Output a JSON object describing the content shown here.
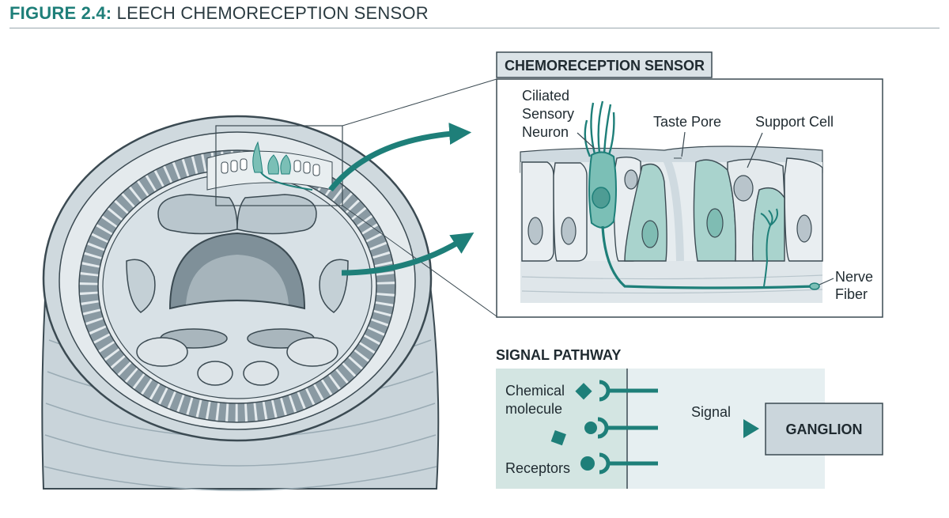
{
  "figure": {
    "number": "FIGURE 2.4:",
    "title": "LEECH CHEMORECEPTION SENSOR"
  },
  "inset": {
    "title": "CHEMORECEPTION SENSOR",
    "labels": {
      "ciliated_l1": "Ciliated",
      "ciliated_l2": "Sensory",
      "ciliated_l3": "Neuron",
      "taste_pore": "Taste Pore",
      "support_cell": "Support Cell",
      "nerve_l1": "Nerve",
      "nerve_l2": "Fiber"
    }
  },
  "pathway": {
    "title": "SIGNAL PATHWAY",
    "chemical_l1": "Chemical",
    "chemical_l2": "molecule",
    "receptors": "Receptors",
    "signal": "Signal",
    "ganglion": "GANGLION"
  },
  "colors": {
    "accent": "#1e7f79",
    "teal_light": "#a9d3cd",
    "gray_fill": "#dde4e8",
    "outline": "#3b4a52"
  }
}
